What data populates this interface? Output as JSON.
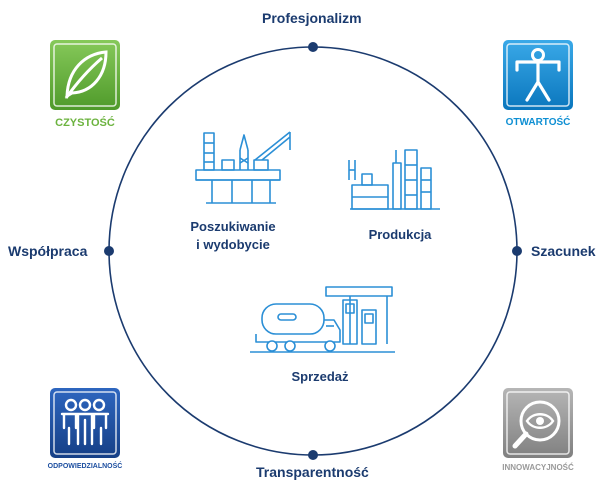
{
  "values": {
    "top": "Profesjonalizm",
    "left": "Współpraca",
    "right": "Szacunek",
    "bottom": "Transparentność"
  },
  "segments": {
    "exploration_line1": "Poszukiwanie",
    "exploration_line2": "i wydobycie",
    "production": "Produkcja",
    "sales": "Sprzedaż"
  },
  "badges": {
    "cleanliness": {
      "label": "CZYSTOŚĆ",
      "icon": "leaf-icon",
      "color": "#6cb33f"
    },
    "openness": {
      "label": "OTWARTOŚĆ",
      "icon": "person-icon",
      "color": "#0e8fd3"
    },
    "responsibility": {
      "label": "ODPOWIEDZIALNOŚĆ",
      "icon": "team-icon",
      "color": "#1d4fa0"
    },
    "innovation": {
      "label": "INNOWACYJNOŚĆ",
      "icon": "eye-icon",
      "color": "#9a9a9a"
    }
  },
  "colors": {
    "ring": "#1b3b6f",
    "icon_line": "#2b8fd6"
  }
}
